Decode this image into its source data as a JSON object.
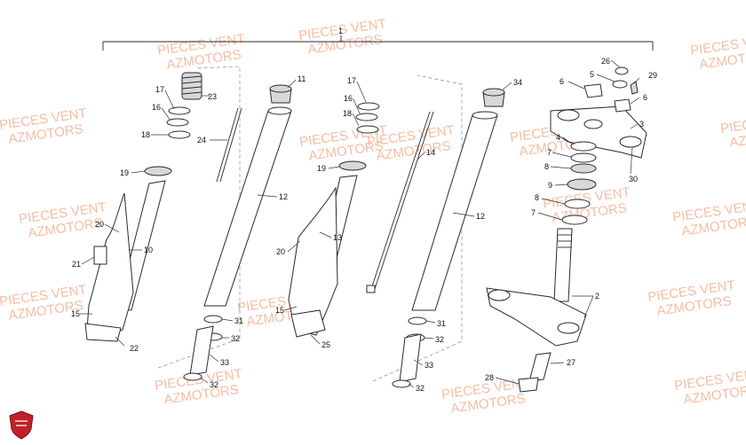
{
  "diagram": {
    "callouts": [
      "1",
      "2",
      "3",
      "4",
      "5",
      "6",
      "6",
      "7",
      "7",
      "8",
      "8",
      "9",
      "10",
      "11",
      "12",
      "12",
      "13",
      "14",
      "15",
      "15",
      "16",
      "16",
      "17",
      "17",
      "18",
      "18",
      "19",
      "19",
      "20",
      "20",
      "21",
      "22",
      "23",
      "24",
      "25",
      "26",
      "27",
      "28",
      "29",
      "30",
      "31",
      "31",
      "32",
      "32",
      "32",
      "32",
      "33",
      "33",
      "34"
    ],
    "watermark_lines": [
      "PIECES VENT",
      "AZMOTORS"
    ]
  },
  "colors": {
    "watermark": "#f2a27e",
    "line": "#2a2a2a",
    "logo": "#c0202a"
  },
  "icons": {
    "brand_logo": "shield-logo-icon"
  }
}
